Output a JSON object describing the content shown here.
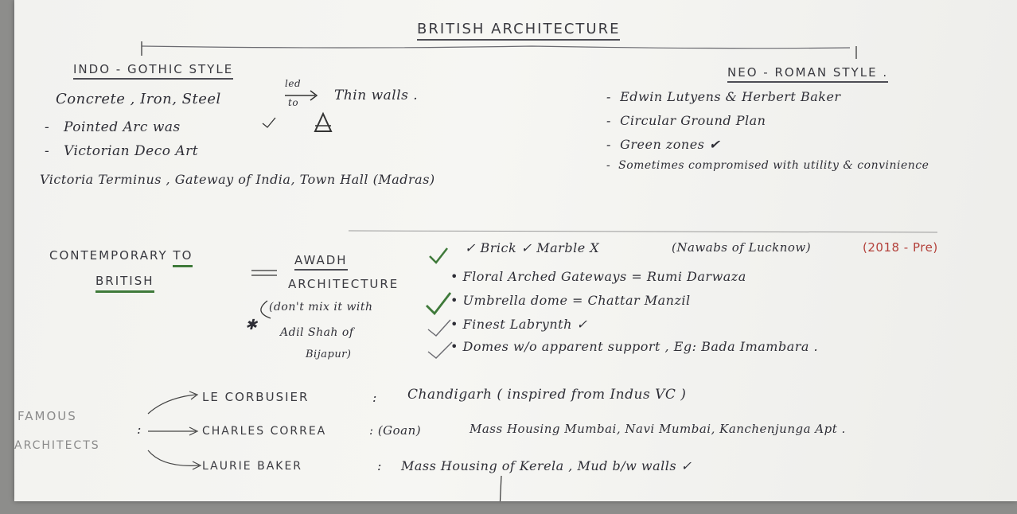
{
  "title": "BRITISH ARCHITECTURE",
  "indo_gothic": {
    "heading": "INDO - GOTHIC STYLE",
    "line1_a": "Concrete , Iron, Steel",
    "line1_led": "led",
    "line1_to": "to",
    "line1_b": "Thin walls .",
    "line2": "Pointed Arc was",
    "line3": "Victorian Deco Art",
    "examples": "Victoria Terminus , Gateway of India, Town Hall (Madras)"
  },
  "neo_roman": {
    "heading": "NEO - ROMAN STYLE .",
    "items": [
      "Edwin Lutyens & Herbert Baker",
      "Circular Ground Plan",
      "Green zones ✔",
      "Sometimes compromised with utility & convinience"
    ]
  },
  "awadh": {
    "contemporary": "CONTEMPORARY",
    "to": "TO",
    "british": "BRITISH",
    "awadh_label": "AWADH",
    "architecture": "ARCHITECTURE",
    "note1": "(don't mix it with",
    "note2": "Adil Shah of",
    "note3": "Bijapur)",
    "points": [
      "Brick ✓   Marble X",
      "Floral Arched Gateways = Rumi Darwaza",
      "Umbrella dome   =   Chattar Manzil",
      "Finest Labrynth ✓",
      "Domes w/o apparent support ,  Eg: Bada Imambara ."
    ],
    "nawabs": "(Nawabs of Lucknow)",
    "year": "(2018 - Pre)"
  },
  "famous": {
    "heading1": "FAMOUS",
    "heading2": "ARCHITECTS",
    "rows": [
      {
        "name": "LE CORBUSIER",
        "sep": ":",
        "desc": "Chandigarh ( inspired from Indus VC )"
      },
      {
        "name": "CHARLES CORREA",
        "sep": ": (Goan)",
        "desc": "Mass Housing Mumbai, Navi Mumbai, Kanchenjunga Apt ."
      },
      {
        "name": "LAURIE BAKER",
        "sep": ":",
        "desc": "Mass Housing of Kerela , Mud b/w walls ✓"
      }
    ]
  },
  "colors": {
    "ink": "#2e2e36",
    "green": "#3f7a3a",
    "red": "#b3403a",
    "paper": "#f3f3f0"
  }
}
